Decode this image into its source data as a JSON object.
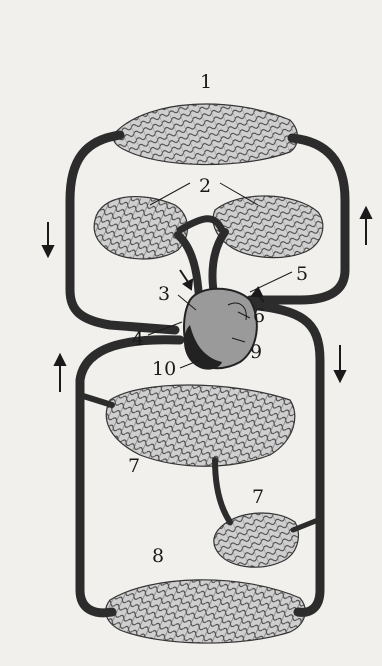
{
  "labels": {
    "l1": "1",
    "l2": "2",
    "l3": "3",
    "l4": "4",
    "l5": "5",
    "l6": "6",
    "l7a": "7",
    "l7b": "7",
    "l8": "8",
    "l9": "9",
    "l10": "10"
  },
  "colors": {
    "vessel": "#2c2c2c",
    "capillary_fill": "#cfcfcf",
    "heart": "#9a9a9a",
    "background": "#f2f0ec"
  }
}
